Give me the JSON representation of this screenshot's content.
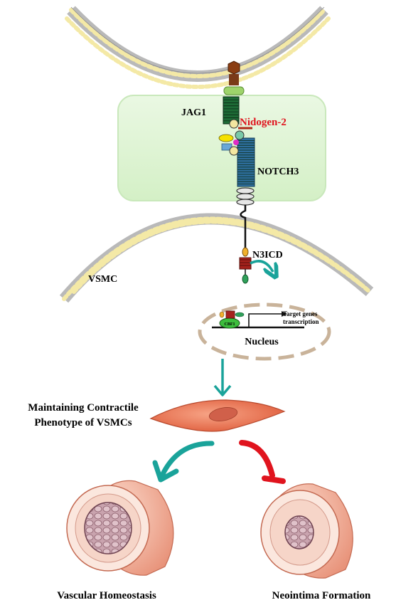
{
  "labels": {
    "jag1": "JAG1",
    "nidogen2": "Nidogen-2",
    "notch3": "NOTCH3",
    "n3icd": "N3ICD",
    "vsmc": "VSMC",
    "target_genes_line1": "Target genes",
    "target_genes_line2": "transcription",
    "cbf1": "CBF1",
    "nucleus": "Nucleus",
    "phenotype_line1": "Maintaining Contractile",
    "phenotype_line2": "Phenotype of VSMCs",
    "vascular_homeostasis": "Vascular Homeostasis",
    "neointima_formation": "Neointima Formation"
  },
  "colors": {
    "activation_arrow": "#1aa39a",
    "inhibition_arrow": "#e0141e",
    "nidogen_text": "#e0141e",
    "highlight_box": "#dff5d6",
    "membrane_head": "#f4e9a6",
    "jag1": "#1e6b36",
    "notch3": "#2e6f9e",
    "vessel_outer": "#f2b6a0",
    "cell_body": "#f07a5c"
  }
}
